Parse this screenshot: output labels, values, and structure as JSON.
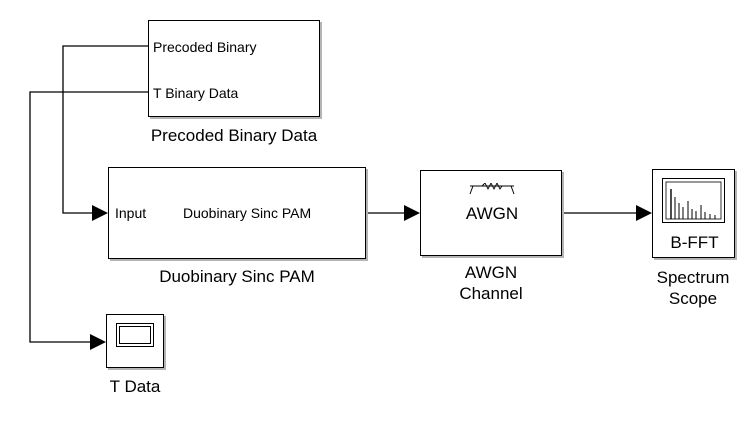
{
  "blocks": {
    "precoded": {
      "out_port_1": "Precoded Binary",
      "out_port_2": "T Binary Data",
      "caption": "Precoded Binary Data"
    },
    "duobinary": {
      "in_port": "Input",
      "out_port": "Duobinary Sinc PAM",
      "caption": "Duobinary Sinc PAM"
    },
    "awgn": {
      "label": "AWGN",
      "caption_line1": "AWGN",
      "caption_line2": "Channel"
    },
    "spectrum": {
      "label": "B-FFT",
      "caption_line1": "Spectrum",
      "caption_line2": "Scope"
    },
    "tdata": {
      "caption": "T Data"
    }
  },
  "icons": {
    "awgn": "noise-channel-icon",
    "spectrum": "spectrum-bars-icon",
    "scope": "scope-screen-icon"
  },
  "colors": {
    "line": "#000000",
    "shadow": "#b4b4b4",
    "background": "#ffffff"
  }
}
